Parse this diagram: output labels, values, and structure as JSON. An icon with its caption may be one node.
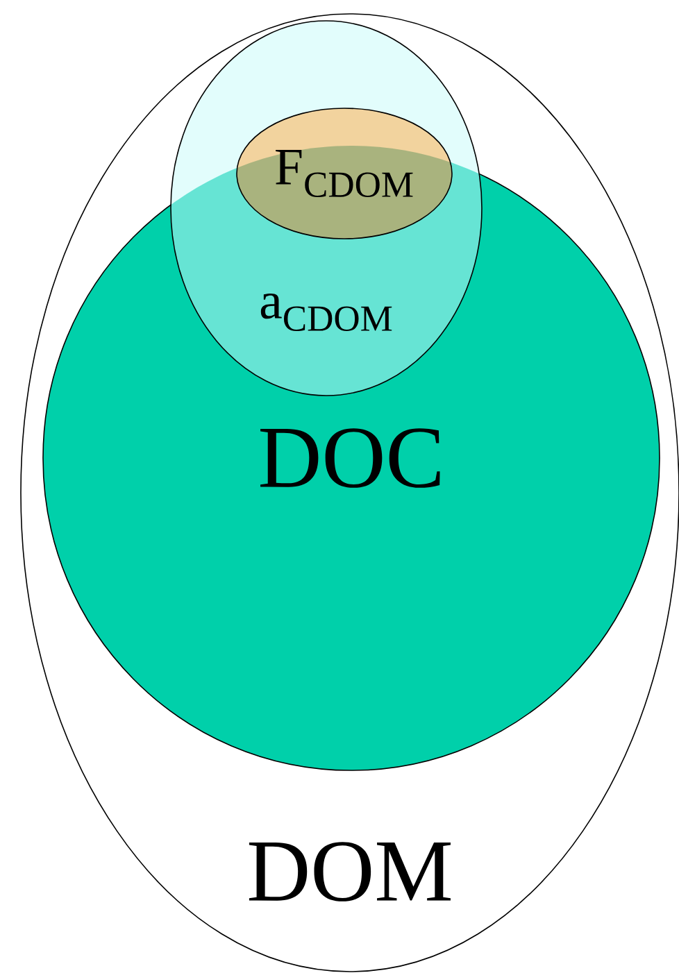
{
  "diagram": {
    "nodes": [
      {
        "text": [
          "DOM"
        ]
      },
      {
        "text": [
          "DOC"
        ],
        "in": 0
      },
      {
        "text": [
          "a$_{CDOM}$"
        ],
        "in": 0
      },
      {
        "text": [
          "F$_{CDOM}$"
        ],
        "in": 2
      }
    ]
  }
}
